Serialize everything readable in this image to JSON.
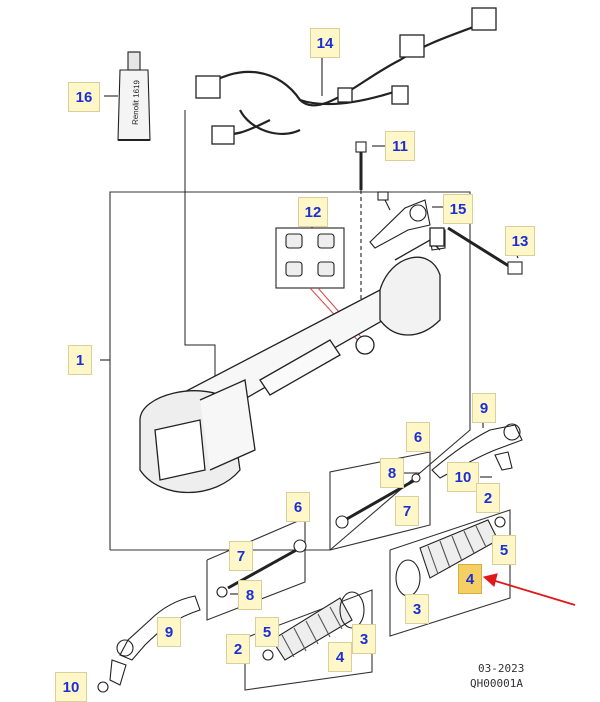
{
  "callouts": {
    "c16": "16",
    "c14": "14",
    "c11": "11",
    "c12": "12",
    "c15": "15",
    "c13": "13",
    "c1": "1",
    "c9a": "9",
    "c6a": "6",
    "c8a": "8",
    "c7a": "7",
    "c10a": "10",
    "c2a": "2",
    "c5a": "5",
    "c4a": "4",
    "c3a": "3",
    "c6b": "6",
    "c7b": "7",
    "c8b": "8",
    "c9b": "9",
    "c5b": "5",
    "c4b": "4",
    "c3b": "3",
    "c2b": "2",
    "c10b": "10"
  },
  "tube_label": "Renolit 1619",
  "footer": {
    "date": "03-2023",
    "code": "QH00001A"
  },
  "colors": {
    "callout_bg": "#fff7c8",
    "callout_text": "#1a2fd6",
    "highlight": "#f4cf63",
    "arrow": "#e01818"
  }
}
